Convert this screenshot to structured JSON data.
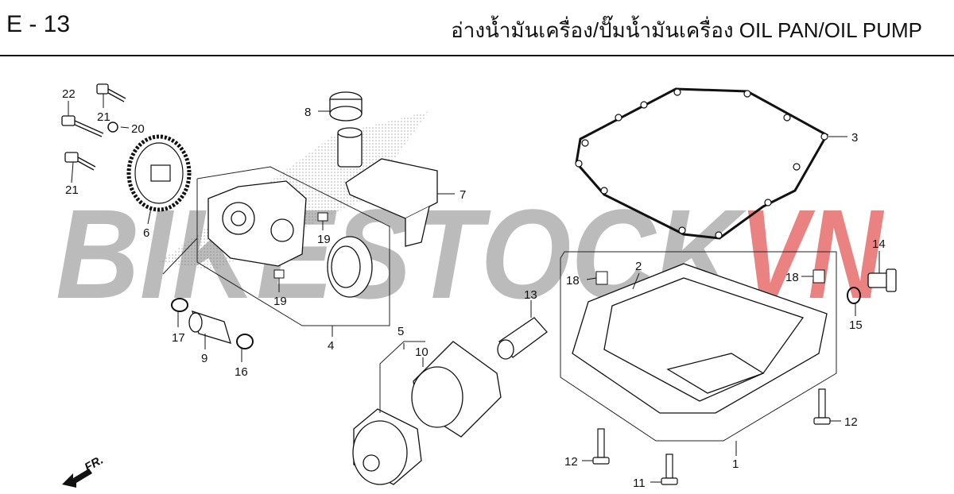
{
  "header": {
    "code": "E - 13",
    "title": "อ่างน้ำมันเครื่อง/ปั๊มน้ำมันเครื่อง  OIL PAN/OIL PUMP"
  },
  "watermark": {
    "part1": "BIKESTOCK",
    "part2": "VN",
    "color1": "#b0b0b0",
    "color2": "#e04848"
  },
  "direction_label": "FR.",
  "callouts": [
    "22",
    "21",
    "20",
    "21",
    "6",
    "8",
    "7",
    "3",
    "19",
    "19",
    "17",
    "9",
    "16",
    "4",
    "5",
    "10",
    "13",
    "2",
    "18",
    "18",
    "14",
    "15",
    "12",
    "12",
    "11",
    "1"
  ]
}
